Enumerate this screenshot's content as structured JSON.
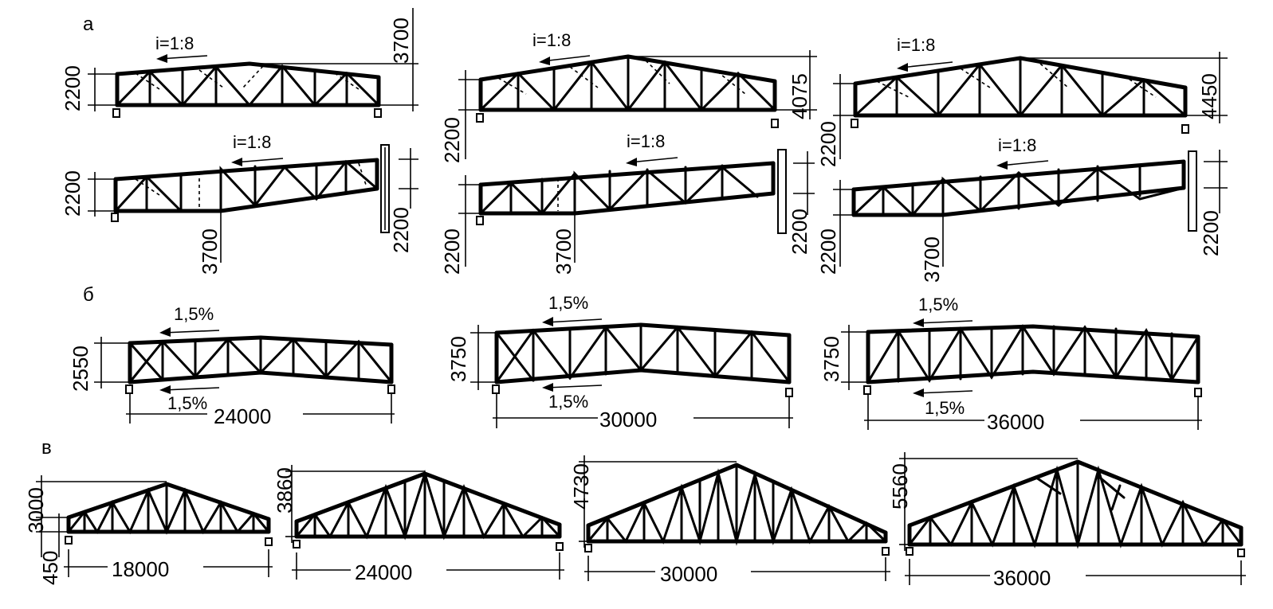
{
  "sections": {
    "a": "а",
    "b": "б",
    "v": "в"
  },
  "group_a": {
    "slope": "i=1:8",
    "d2200": "2200",
    "d3700": "3700",
    "d4075": "4075",
    "d4450": "4450"
  },
  "group_b": {
    "slope": "1,5%",
    "h1": "2550",
    "h2": "3750",
    "h3": "3750",
    "span1": "24000",
    "span2": "30000",
    "span3": "36000"
  },
  "group_v": {
    "support": "450",
    "h1": "3000",
    "h2": "3860",
    "h3": "4730",
    "h4": "5560",
    "span1": "18000",
    "span2": "24000",
    "span3": "30000",
    "span4": "36000"
  }
}
